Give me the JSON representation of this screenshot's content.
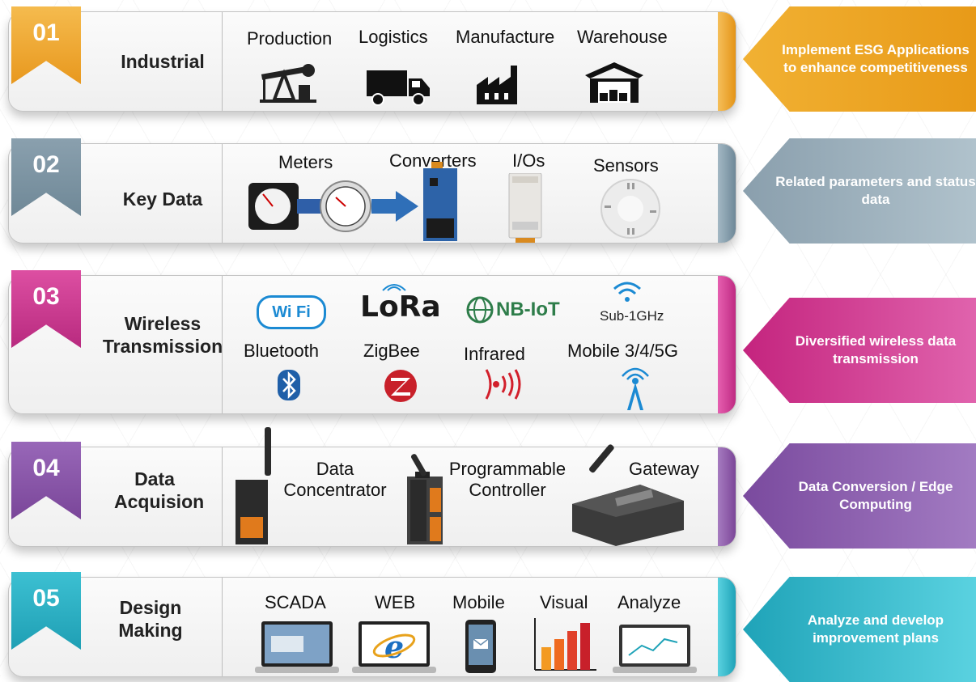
{
  "rows": [
    {
      "num": "01",
      "category": "Industrial",
      "color": "#f0a32a",
      "items": [
        "Production",
        "Logistics",
        "Manufacture",
        "Warehouse"
      ],
      "arrow": "Implement ESG Applications to enhance competitiveness"
    },
    {
      "num": "02",
      "category": "Key Data",
      "color": "#7f97a6",
      "items": [
        "Meters",
        "Converters",
        "I/Os",
        "Sensors"
      ],
      "arrow": "Related parameters and status data"
    },
    {
      "num": "03",
      "category": "Wireless Transmission",
      "color": "#d23b93",
      "logos": [
        "Wi Fi",
        "LoRa",
        "NB-IoT",
        "Sub-1GHz"
      ],
      "items": [
        "Bluetooth",
        "ZigBee",
        "Infrared",
        "Mobile 3/4/5G"
      ],
      "arrow": "Diversified wireless data transmission"
    },
    {
      "num": "04",
      "category": "Data Acquision",
      "color": "#8c58a8",
      "items": [
        "Data Concentrator",
        "Programmable Controller",
        "Gateway"
      ],
      "arrow": "Data Conversion / Edge Computing"
    },
    {
      "num": "05",
      "category": "Design Making",
      "color": "#2fb4c6",
      "items": [
        "SCADA",
        "WEB",
        "Mobile",
        "Visual",
        "Analyze"
      ],
      "arrow": "Analyze and develop improvement plans"
    }
  ]
}
